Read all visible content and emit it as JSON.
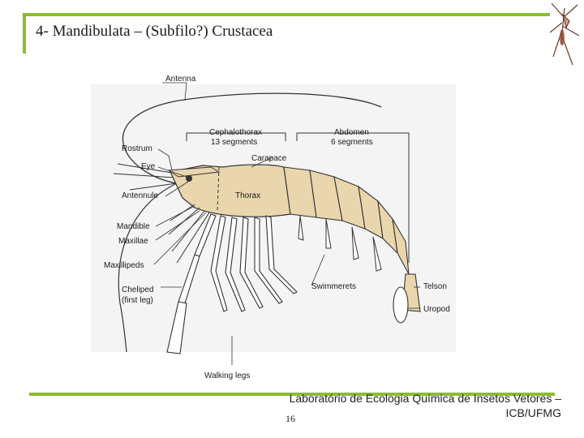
{
  "slide": {
    "title": "4- Mandibulata – (Subfilo?) Crustacea",
    "footer": "Laboratório de Ecologia Química de Insetos Vetores – ICB/UFMG",
    "page_number": "16"
  },
  "diagram": {
    "labels": {
      "antenna": "Antenna",
      "rostrum": "Rostrum",
      "eye": "Eye",
      "antennule": "Antennule",
      "mandible": "Mandible",
      "maxillae": "Maxillae",
      "maxillipeds": "Maxillipeds",
      "cheliped_1": "Cheliped",
      "cheliped_2": "(first leg)",
      "walking_legs": "Walking legs",
      "cephalothorax_1": "Cephalothorax",
      "cephalothorax_2": "13 segments",
      "abdomen_1": "Abdomen",
      "abdomen_2": "6 segments",
      "carapace": "Carapace",
      "thorax": "Thorax",
      "swimmerets": "Swimmerets",
      "telson": "Telson",
      "uropod": "Uropod"
    },
    "body_color": "#ead6ad"
  }
}
